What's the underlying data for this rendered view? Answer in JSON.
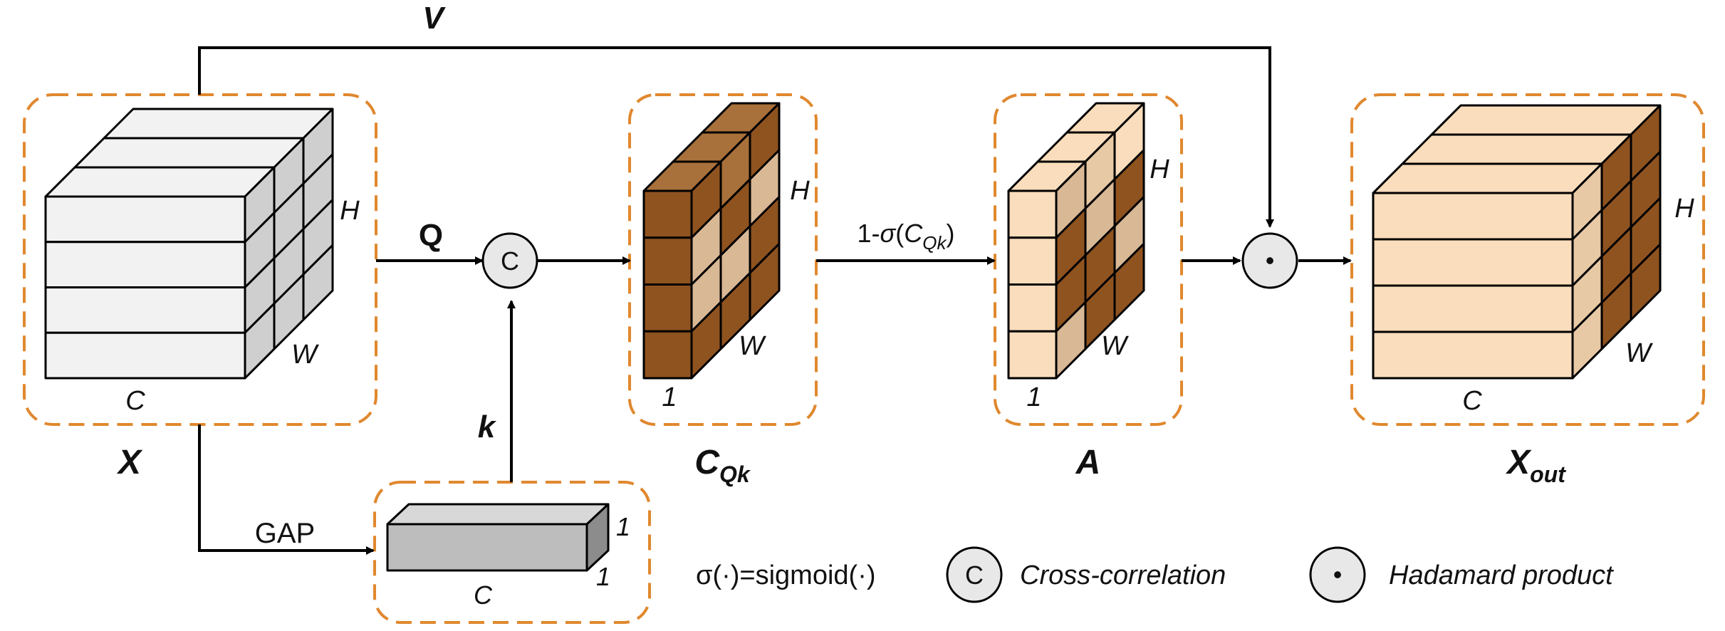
{
  "blocks": {
    "x": {
      "label": "X",
      "c": "C",
      "h": "H",
      "w": "W"
    },
    "gap_vec": {
      "c": "C",
      "one_a": "1",
      "one_b": "1"
    },
    "cqk": {
      "label_main": "C",
      "label_sub": "Qk",
      "h": "H",
      "w": "W",
      "one": "1"
    },
    "a": {
      "label": "A",
      "h": "H",
      "w": "W",
      "one": "1"
    },
    "xout": {
      "label_main": "X",
      "label_sub": "out",
      "c": "C",
      "h": "H",
      "w": "W"
    }
  },
  "arrows": {
    "v": "V",
    "q": "Q",
    "k": "k",
    "gap": "GAP",
    "sigma_pre": "1-",
    "sigma_sym": "σ",
    "sigma_open": "(",
    "sigma_c": "C",
    "sigma_sub": "Qk",
    "sigma_close": ")"
  },
  "ops": {
    "cross_symbol": "C",
    "hadamard_symbol": "•"
  },
  "legend": {
    "sigmoid_def": "σ(·)=sigmoid(·)",
    "cross_label": "Cross-correlation",
    "hadamard_label": "Hadamard product",
    "cross_symbol": "C",
    "hadamard_symbol": "•"
  },
  "colors": {
    "dash_border": "#E0882E",
    "x_face": "#F2F2F2",
    "x_side": "#CFCFCF",
    "gap_face": "#BDBDBD",
    "dark_brown": "#8F5320",
    "mid_brown": "#A8703A",
    "light_brown": "#D9B896",
    "peach": "#FADDBC",
    "peach_side": "#E8C9A5",
    "op_fill": "#E8E8E8"
  }
}
